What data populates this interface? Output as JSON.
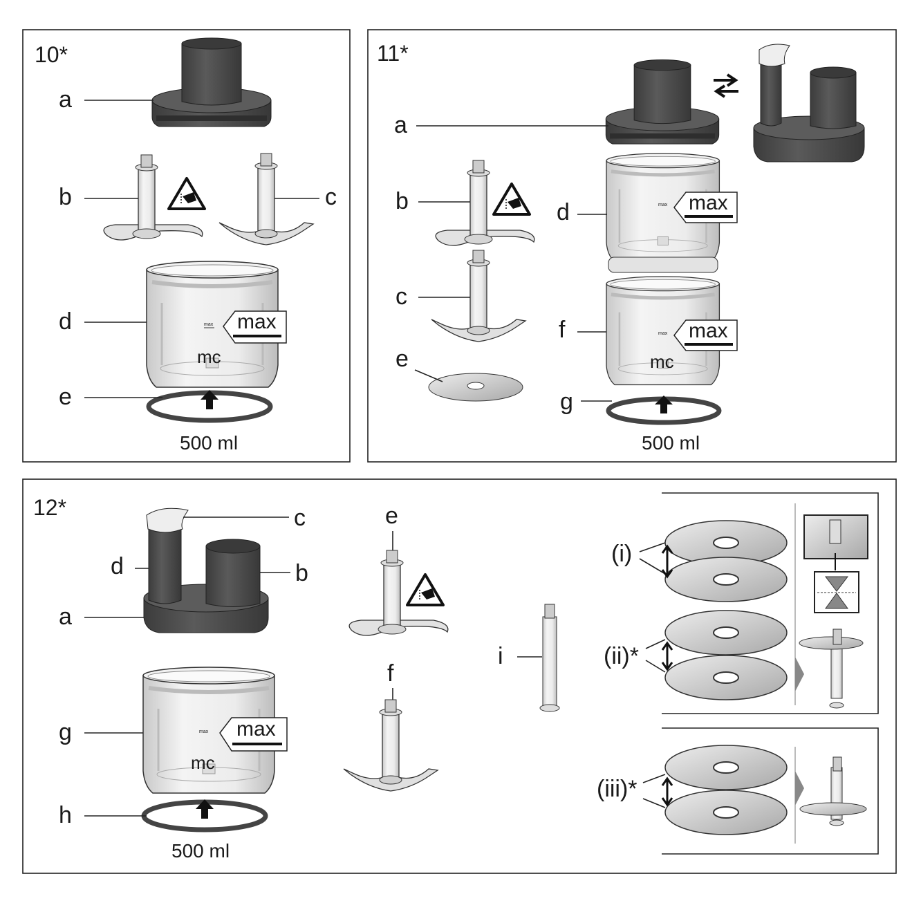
{
  "panels": {
    "p10": {
      "title": "10*",
      "labels": {
        "a": "a",
        "b": "b",
        "c": "c",
        "d": "d",
        "e": "e"
      },
      "max_big": "max",
      "max_small": "max",
      "mc": "mc",
      "volume": "500 ml"
    },
    "p11": {
      "title": "11*",
      "labels": {
        "a": "a",
        "b": "b",
        "c": "c",
        "d": "d",
        "e": "e",
        "f": "f",
        "g": "g"
      },
      "max_big": "max",
      "max_small": "max",
      "mc": "mc",
      "volume": "500 ml"
    },
    "p12": {
      "title": "12*",
      "labels": {
        "a": "a",
        "b": "b",
        "c": "c",
        "d": "d",
        "e": "e",
        "f": "f",
        "g": "g",
        "h": "h",
        "i": "i"
      },
      "max_big": "max",
      "max_small": "max",
      "mc": "mc",
      "volume": "500 ml",
      "discs": {
        "i": "(i)",
        "ii": "(ii)*",
        "iii": "(iii)*"
      }
    }
  },
  "colors": {
    "dark_part": "#4a4a4a",
    "light_part": "#e4e4e4",
    "line": "#222222"
  }
}
